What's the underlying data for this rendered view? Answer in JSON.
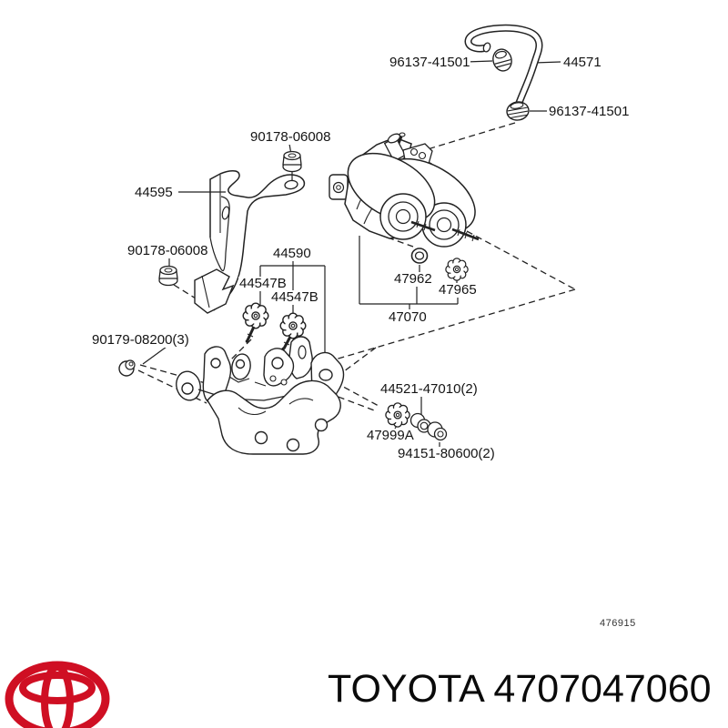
{
  "colors": {
    "line": "#222222",
    "text": "#141414",
    "logo_red": "#cf0f23"
  },
  "diagram": {
    "drawing_number": "476915",
    "labels": [
      {
        "part": "hose-clamp-top",
        "text": "96137-41501"
      },
      {
        "part": "tube",
        "text": "44571"
      },
      {
        "part": "hose-clamp-bottom",
        "text": "96137-41501"
      },
      {
        "part": "nut-top",
        "text": "90178-06008"
      },
      {
        "part": "bracket",
        "text": "44595"
      },
      {
        "part": "nut-left",
        "text": "90178-06008"
      },
      {
        "part": "sensor-set",
        "text": "44590"
      },
      {
        "part": "washer-1",
        "text": "44547B"
      },
      {
        "part": "washer-2",
        "text": "44547B"
      },
      {
        "part": "o-ring",
        "text": "47962"
      },
      {
        "part": "grommet",
        "text": "47965"
      },
      {
        "part": "actuator-assembly",
        "text": "47070"
      },
      {
        "part": "bolt",
        "text": "90179-08200(3)"
      },
      {
        "part": "bushing",
        "text": "44521-47010(2)"
      },
      {
        "part": "grommet-2",
        "text": "47999A"
      },
      {
        "part": "nut-small",
        "text": "94151-80600(2)"
      }
    ]
  },
  "footer": {
    "logo_icon": "toyota-logo",
    "title": "TOYOTA 4707047060"
  }
}
